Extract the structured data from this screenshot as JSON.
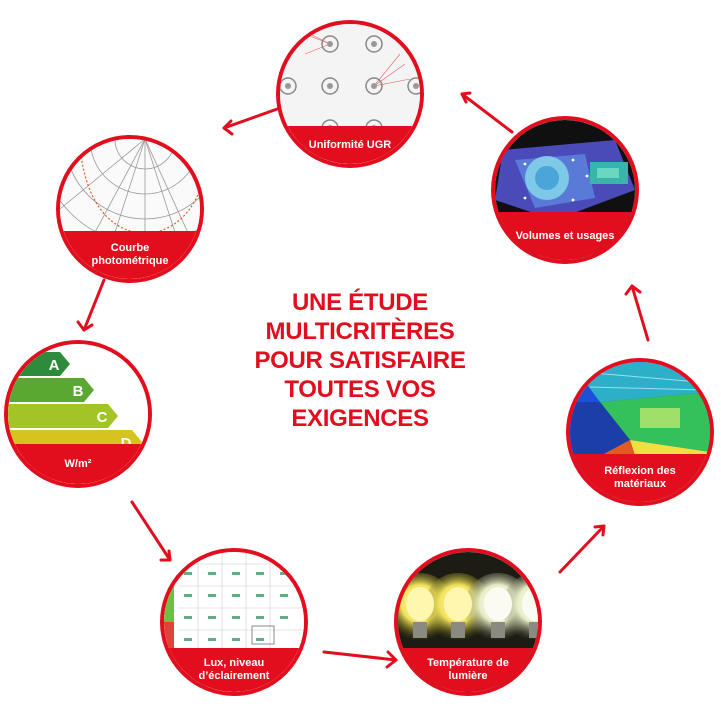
{
  "title_lines": [
    "UNE ÉTUDE",
    "MULTICRITÈRES",
    "POUR SATISFAIRE",
    "TOUTES VOS",
    "EXIGENCES"
  ],
  "nodes": {
    "ugr": {
      "label": "Uniformité UGR"
    },
    "courbe": {
      "label": "Courbe photométrique"
    },
    "wm2": {
      "label": "W/m²"
    },
    "lux": {
      "label": "Lux, niveau d’éclairement"
    },
    "temperature": {
      "label": "Température de lumière"
    },
    "reflexion": {
      "label": "Réflexion des matériaux"
    },
    "volumes": {
      "label": "Volumes et usages"
    }
  },
  "energy_classes": [
    "A",
    "B",
    "C",
    "D"
  ],
  "colors": {
    "accent": "#e20e1e"
  }
}
